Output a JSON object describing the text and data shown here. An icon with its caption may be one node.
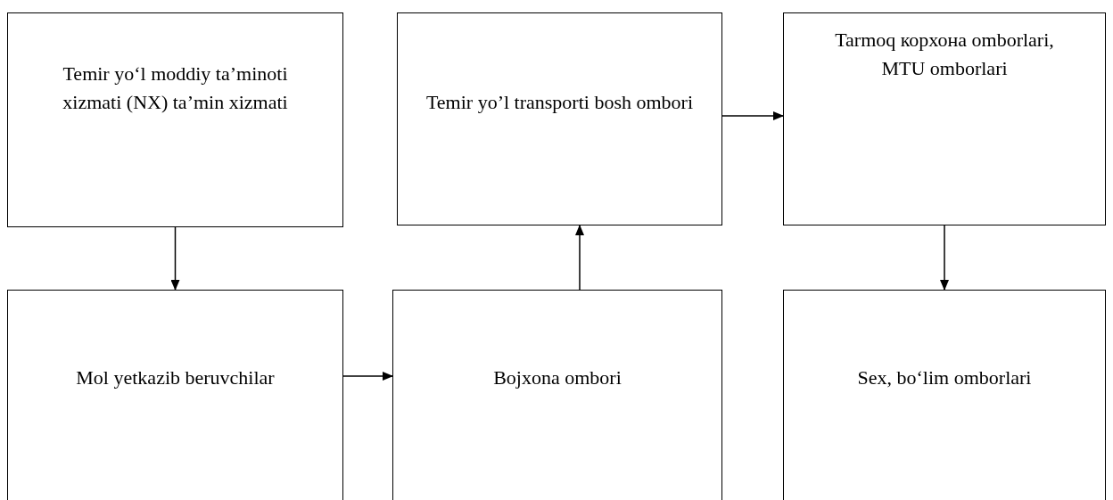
{
  "diagram": {
    "nodes": [
      {
        "text": [
          "Temir yo‘l moddiy ta’minoti xizmati (NX) ta’min xizmati"
        ]
      },
      {
        "text": [
          "Temir yo’l transporti bosh ombori"
        ]
      },
      {
        "text": [
          "Tarmoq корхона omborlari, MTU omborlari"
        ]
      },
      {
        "text": [
          "Mol yetkazib beruvchilar"
        ]
      },
      {
        "text": [
          "Bojxona ombori"
        ]
      },
      {
        "text": [
          "Sex, bo‘lim omborlari"
        ]
      }
    ],
    "edges": [
      {
        "from": 0,
        "to": 3,
        "arrow": "to"
      },
      {
        "from": 3,
        "to": 4,
        "arrow": "to"
      },
      {
        "from": 4,
        "to": 1,
        "arrow": "to"
      },
      {
        "from": 1,
        "to": 2,
        "arrow": "to"
      },
      {
        "from": 2,
        "to": 5,
        "arrow": "to"
      }
    ]
  }
}
